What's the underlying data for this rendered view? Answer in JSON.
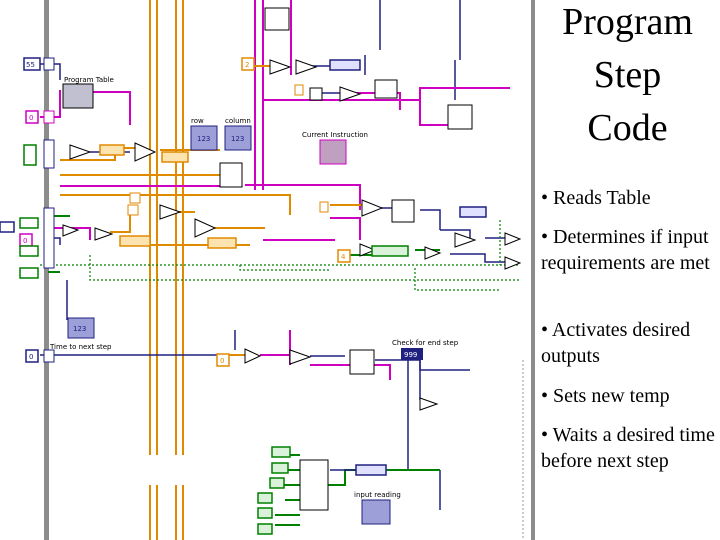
{
  "slide": {
    "title_lines": [
      "Program",
      "Step",
      "Code"
    ],
    "bullets": [
      "• Reads Table",
      "• Determines if input requirements are met",
      "• Activates desired outputs",
      "• Sets new temp",
      "• Waits a desired time before next step"
    ]
  },
  "diagram": {
    "labels": {
      "program_table": "Program Table",
      "row": "row",
      "column": "column",
      "current_instruction": "Current Instruction",
      "time_to_next_step": "Time to next step",
      "check_for_end_step": "Check for end step",
      "input_reading": "input reading"
    },
    "constants": {
      "c55": "55",
      "c0_a": "0",
      "c0_b": "0",
      "c0_c": "0",
      "c0_d": "0",
      "c2": "2",
      "c4": "4",
      "c999": "999",
      "c123_a": "123",
      "c123_b": "123",
      "c123_c": "123"
    },
    "colors": {
      "wire_orange": "#e08a00",
      "wire_pink": "#d000c0",
      "wire_blue": "#202080",
      "wire_green": "#008000",
      "frame_gray": "#8c8c8c"
    }
  }
}
